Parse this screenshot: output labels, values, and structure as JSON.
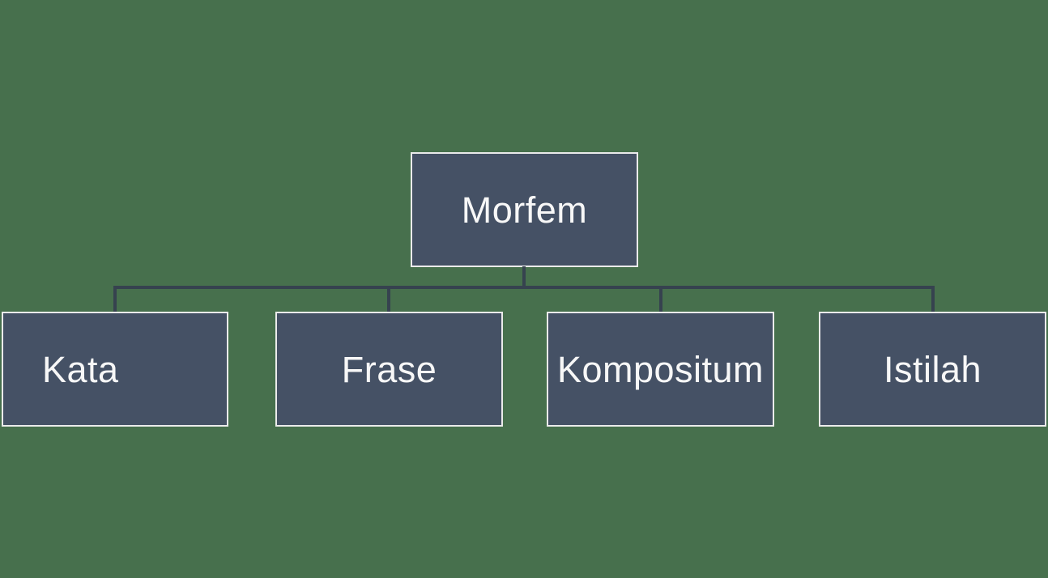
{
  "colors": {
    "background": "#47704d",
    "node_fill": "#455165",
    "node_border": "#ebebeb",
    "connector": "#36424f",
    "text": "#f7f7f7"
  },
  "diagram": {
    "type": "hierarchy",
    "root": {
      "label": "Morfem"
    },
    "children": [
      {
        "label": "Kata"
      },
      {
        "label": "Frase"
      },
      {
        "label": "Kompositum"
      },
      {
        "label": "Istilah"
      }
    ]
  }
}
